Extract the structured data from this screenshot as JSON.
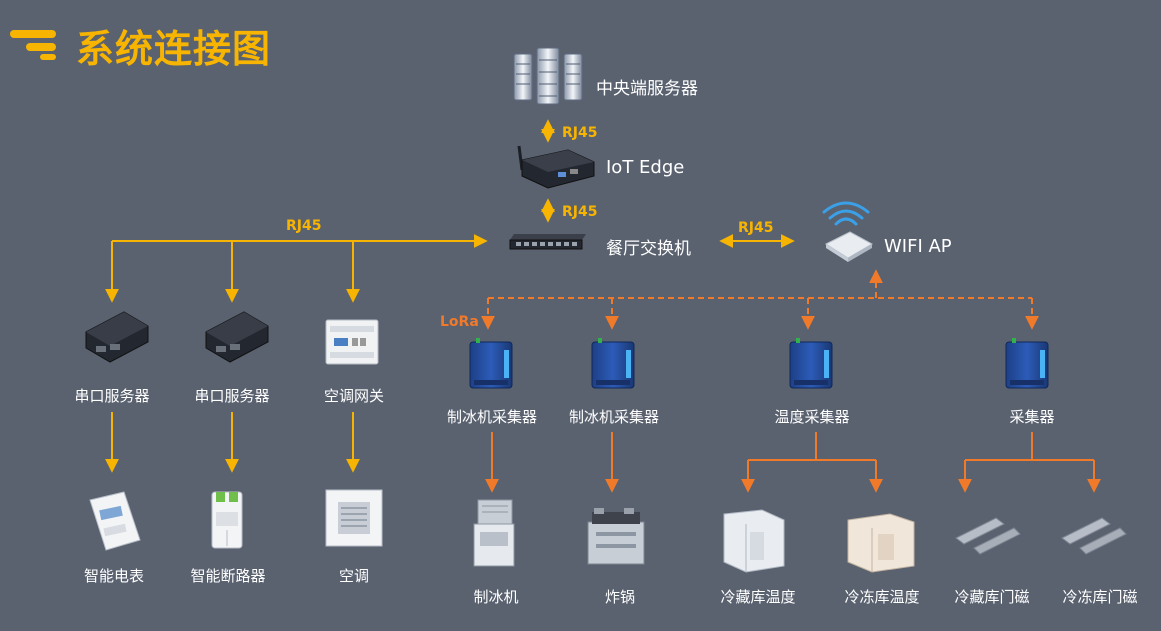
{
  "title": "系统连接图",
  "colors": {
    "background": "#5a6270",
    "title": "#f7b400",
    "wired_link": "#f7b400",
    "wireless_link": "#f07a2a",
    "text": "#ffffff"
  },
  "connections": {
    "server_edge": "RJ45",
    "edge_switch": "RJ45",
    "switch_left_bus": "RJ45",
    "switch_wifi": "RJ45",
    "lora": "LoRa"
  },
  "core": {
    "server": {
      "label": "中央端服务器",
      "icon": "server-rack-icon"
    },
    "edge": {
      "label": "IoT Edge",
      "icon": "edge-gateway-icon"
    },
    "switch": {
      "label": "餐厅交换机",
      "icon": "network-switch-icon"
    },
    "wifi": {
      "label": "WIFI AP",
      "icon": "wifi-ap-icon"
    }
  },
  "left_devices": [
    {
      "label": "串口服务器",
      "icon": "serial-server-icon",
      "child": "智能电表",
      "child_icon": "smart-meter-icon"
    },
    {
      "label": "串口服务器",
      "icon": "serial-server-icon",
      "child": "智能断路器",
      "child_icon": "circuit-breaker-icon"
    },
    {
      "label": "空调网关",
      "icon": "ac-gateway-icon",
      "child": "空调",
      "child_icon": "air-conditioner-icon"
    }
  ],
  "collectors": [
    {
      "label": "制冰机采集器",
      "icon": "collector-icon",
      "children": [
        {
          "label": "制冰机",
          "icon": "ice-machine-icon"
        }
      ]
    },
    {
      "label": "制冰机采集器",
      "icon": "collector-icon",
      "children": [
        {
          "label": "炸锅",
          "icon": "fryer-icon"
        }
      ]
    },
    {
      "label": "温度采集器",
      "icon": "collector-icon",
      "children": [
        {
          "label": "冷藏库温度",
          "icon": "cold-room-icon"
        },
        {
          "label": "冷冻库温度",
          "icon": "freezer-room-icon"
        }
      ]
    },
    {
      "label": "采集器",
      "icon": "collector-icon",
      "children": [
        {
          "label": "冷藏库门磁",
          "icon": "door-sensor-icon"
        },
        {
          "label": "冷冻库门磁",
          "icon": "door-sensor-icon"
        }
      ]
    }
  ]
}
